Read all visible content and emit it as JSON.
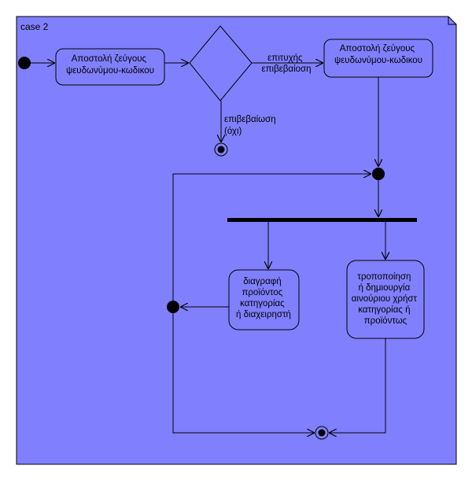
{
  "frame": {
    "title": "case 2",
    "background": "#8080ff"
  },
  "actions": {
    "send_credentials_1": [
      "Αποστολή ζεύγους",
      "ψευδωνύμου-κωδικου"
    ],
    "send_credentials_2": [
      "Αποστολή ζεύγους",
      "ψευδωνύμου-κωδικου"
    ],
    "delete_item": [
      "διαγραφή",
      "προϊόντος",
      "κατηγορίας",
      "ή διαχειρηστή"
    ],
    "modify_or_create": [
      "τροποποίηση",
      "ή δημιουργία",
      "αινούριου χρήστ",
      "κατηγορίας ή",
      "προϊόντως"
    ]
  },
  "edges": {
    "success_label": [
      "επιτυχής",
      "επιβεβαίοση"
    ],
    "fail_label": [
      "επιβεβαίωση",
      "(όχι)"
    ]
  }
}
